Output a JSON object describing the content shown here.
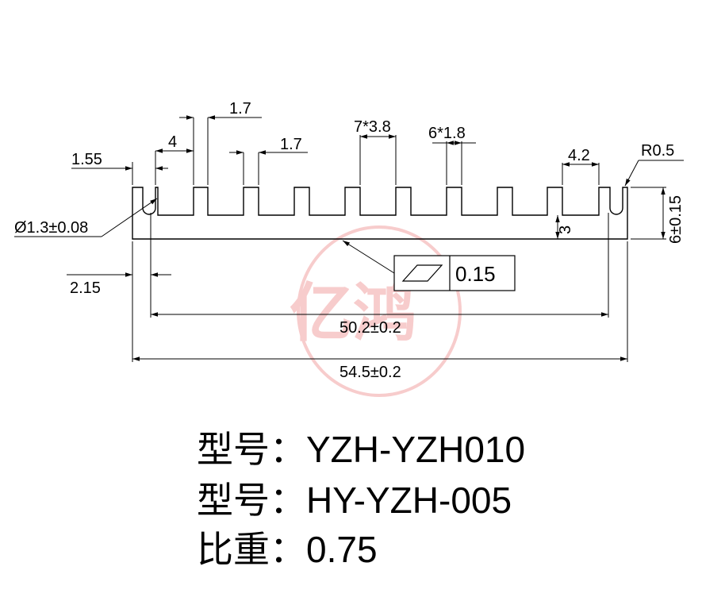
{
  "dimensions": {
    "d_1_55": "1.55",
    "d_4": "4",
    "d_1_7_top": "1.7",
    "d_1_7_mid": "1.7",
    "d_7x3_8": "7*3.8",
    "d_6x1_8": "6*1.8",
    "d_4_2": "4.2",
    "d_r0_5": "R0.5",
    "d_hole": "Ø1.3±0.08",
    "d_2_15": "2.15",
    "d_3": "3",
    "d_height": "6±0.15",
    "d_50_2": "50.2±0.2",
    "d_54_5": "54.5±0.2"
  },
  "tolerance": {
    "flatness_value": "0.15",
    "symbol": "flatness-parallelogram"
  },
  "watermark": {
    "text": "亿鸿",
    "color": "#f2a3a3"
  },
  "specs": [
    {
      "label": "型号：",
      "value": "YZH-YZH010"
    },
    {
      "label": "型号：",
      "value": "HY-YZH-005"
    },
    {
      "label": "比重：",
      "value": "0.75"
    }
  ]
}
